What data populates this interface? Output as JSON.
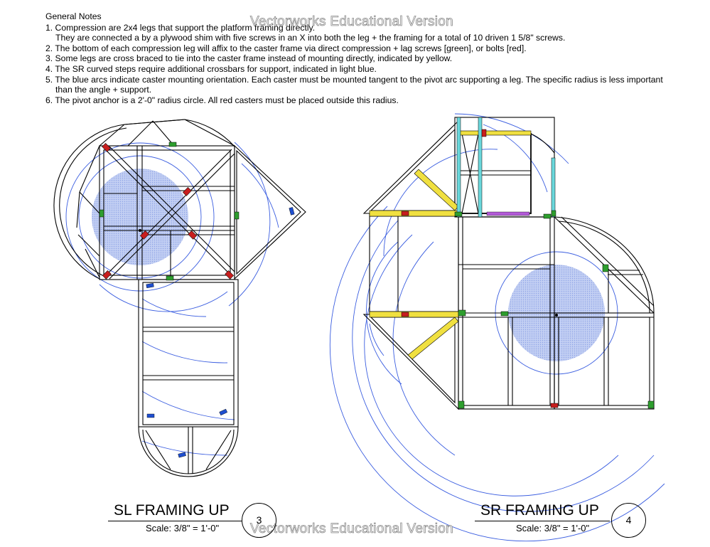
{
  "notes": {
    "header": "General Notes",
    "lines": [
      "1. Compression are 2x4 legs that support the platform framing directly.",
      "They are connected a by a plywood shim with five screws in an X into both the leg + the framing for a total of 10 driven 1 5/8\" screws.",
      "2. The bottom of each compression leg will affix to the caster frame via direct compression + lag screws [green], or bolts [red].",
      "3. Some legs are cross braced to tie into the caster frame instead of mounting directly, indicated by yellow.",
      "4. The SR curved steps require additional crossbars for support, indicated in light blue.",
      "5. The blue arcs indicate caster mounting orientation. Each caster must be mounted tangent to the pivot arc supporting a leg. The specific radius is less important",
      "than the angle + support.",
      "6. The pivot anchor is a 2'-0\" radius circle. All red casters must be placed outside this radius."
    ]
  },
  "watermark": "Vectorworks Educational Version",
  "drawings": [
    {
      "title": "SL FRAMING UP",
      "scale": "Scale: 3/8\" = 1'-0\"",
      "number": "3"
    },
    {
      "title": "SR FRAMING UP",
      "scale": "Scale: 3/8\" = 1'-0\"",
      "number": "4"
    }
  ],
  "colors": {
    "frame": "#000000",
    "lag_screw": "#2e9e2e",
    "bolt": "#c81e1e",
    "cross_brace": "#f0e040",
    "crossbar": "#6ad8dc",
    "caster_arc": "#3b5ee0",
    "pivot_fill": "#b8c6f0",
    "caster": "#1f4fd0",
    "purple": "#b35ad8"
  }
}
